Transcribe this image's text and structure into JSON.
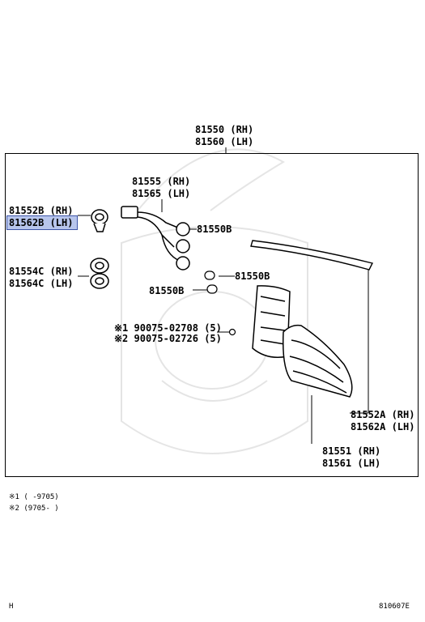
{
  "callouts": {
    "assembly_rh": "81550 (RH)",
    "assembly_lh": "81560 (LH)",
    "wire_rh": "81555 (RH)",
    "wire_lh": "81565 (LH)",
    "socket_rh": "81552B (RH)",
    "socket_lh": "81562B (LH)",
    "socket2_rh": "81554C (RH)",
    "socket2_lh": "81564C (LH)",
    "bulb_a": "81550B",
    "bulb_b": "81550B",
    "bulb_c": "81550B",
    "screw_1": "※1 90075-02708 (5)",
    "screw_2": "※2 90075-02726 (5)",
    "gasket_rh": "81552A (RH)",
    "gasket_lh": "81562A (LH)",
    "lens_rh": "81551 (RH)",
    "lens_lh": "81561 (LH)"
  },
  "footnotes": {
    "note1": "※1 (     -9705)",
    "note2": "※2 (9705-     )"
  },
  "footer": {
    "left_mark": "H",
    "drawing_code": "810607E"
  }
}
